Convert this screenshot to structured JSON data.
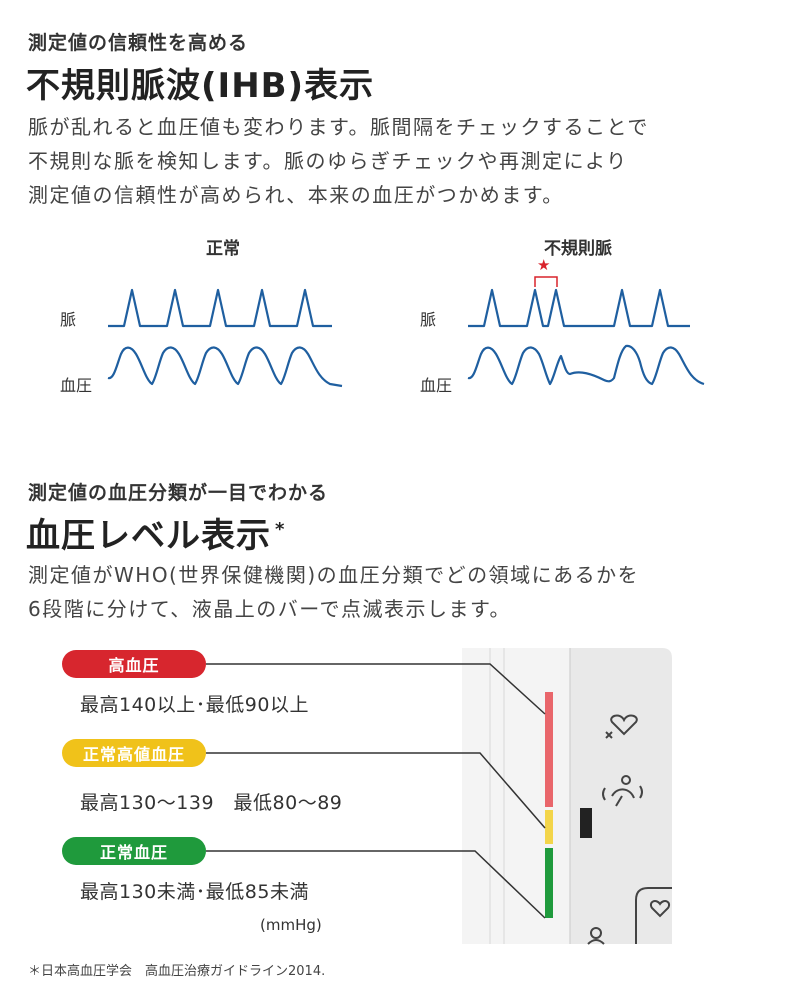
{
  "colors": {
    "wave": "#1f5fa0",
    "star": "#d9232c",
    "high": "#d7262e",
    "normal_high": "#f0c21a",
    "normal": "#1f9a3c",
    "line": "#333333"
  },
  "ihb": {
    "subtitle": "測定値の信頼性を高める",
    "title": "不規則脈波(IHB)表示",
    "description": [
      "脈が乱れると血圧値も変わります。脈間隔をチェックすることで",
      "不規則な脈を検知します。脈のゆらぎチェックや再測定により",
      "測定値の信頼性が高められ、本来の血圧がつかめます。"
    ],
    "normal_label": "正常",
    "irregular_label": "不規則脈",
    "pulse_label": "脈",
    "bp_label": "血圧",
    "star": "★"
  },
  "level": {
    "subtitle": "測定値の血圧分類が一目でわかる",
    "title": "血圧レベル表示",
    "title_mark": "*",
    "description": [
      "測定値がWHO(世界保健機関)の血圧分類でどの領域にあるかを",
      "6段階に分けて、液晶上のバーで点滅表示します。"
    ],
    "categories": [
      {
        "name": "高血圧",
        "range": "最高140以上･最低90以上"
      },
      {
        "name": "正常高値血圧",
        "range": "最高130～139　最低80～89"
      },
      {
        "name": "正常血圧",
        "range": "最高130未満･最低85未満"
      }
    ],
    "unit": "(mmHg)",
    "footnote": "＊日本高血圧学会　高血圧治療ガイドライン2014."
  },
  "icons": [
    "irregular-heartbeat-icon",
    "body-movement-icon",
    "heart-icon",
    "user-icon"
  ]
}
